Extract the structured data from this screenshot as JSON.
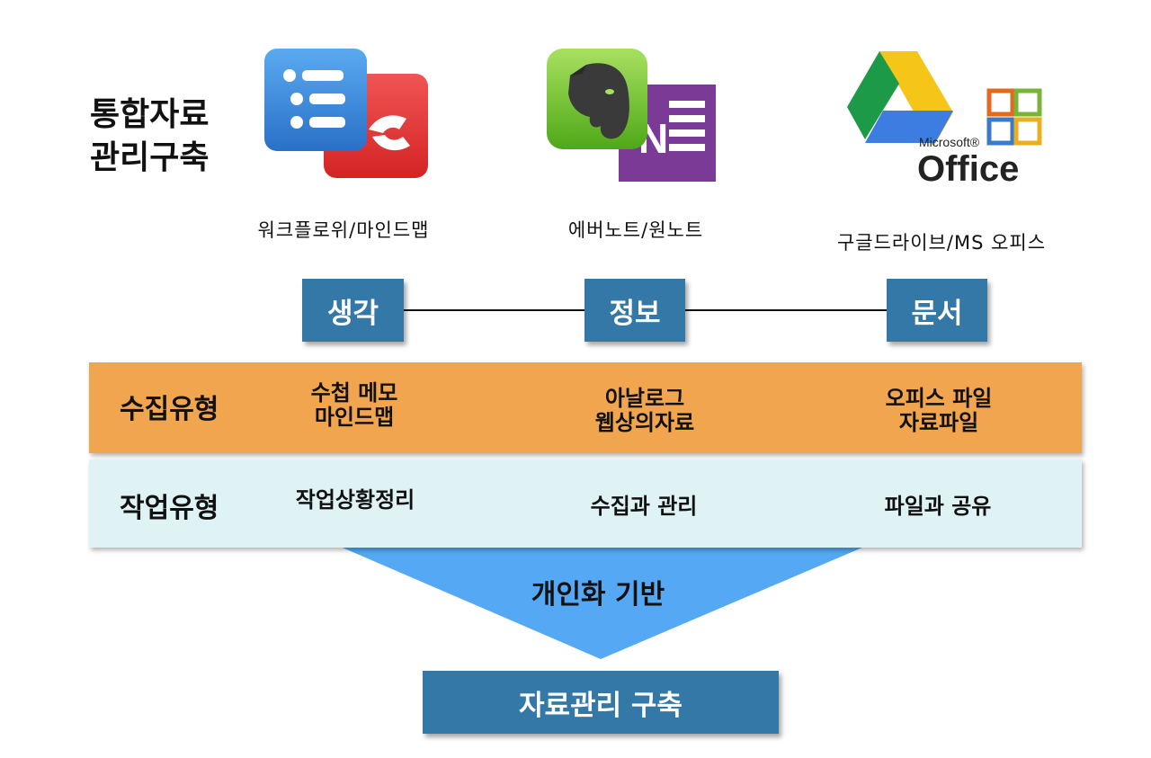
{
  "title": {
    "line1": "통합자료",
    "line2": "관리구축"
  },
  "tools": [
    {
      "icons": [
        "workflowy-icon",
        "xmind-icon"
      ],
      "caption": "워크플로위/마인드맵"
    },
    {
      "icons": [
        "evernote-icon",
        "onenote-icon"
      ],
      "caption": "에버노트/원노트"
    },
    {
      "icons": [
        "google-drive-icon",
        "ms-office-icon"
      ],
      "caption": "구글드라이브/MS 오피스",
      "office_logo": {
        "small": "Microsoft®",
        "large": "Office"
      }
    }
  ],
  "categories": [
    "생각",
    "정보",
    "문서"
  ],
  "rows": {
    "collect": {
      "label": "수집유형",
      "cells": [
        [
          "수첩 메모",
          "마인드맵"
        ],
        [
          "아날로그",
          "웹상의자료"
        ],
        [
          "오피스 파일",
          "자료파일"
        ]
      ]
    },
    "work": {
      "label": "작업유형",
      "cells": [
        "작업상황정리",
        "수집과 관리",
        "파일과 공유"
      ]
    }
  },
  "foundation": "개인화 기반",
  "base": "자료관리 구축",
  "colors": {
    "box_blue": "#3478a7",
    "band_orange": "#f0a54e",
    "band_cyan": "#dff3f5",
    "triangle_blue": "#55a8f3"
  }
}
